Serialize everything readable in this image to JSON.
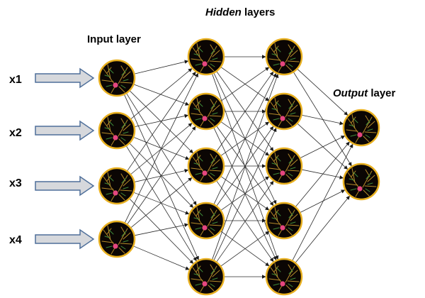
{
  "labels": {
    "input_layer": "Input layer",
    "hidden_em": "Hidden",
    "hidden_rest": " layers",
    "output_em": "Output",
    "output_rest": " layer"
  },
  "inputs": [
    "x1",
    "x2",
    "x3",
    "x4"
  ],
  "layers": [
    {
      "id": "input",
      "count": 4
    },
    {
      "id": "hidden-1",
      "count": 5
    },
    {
      "id": "hidden-2",
      "count": 5
    },
    {
      "id": "output",
      "count": 2
    }
  ],
  "colors": {
    "neuron_fill": "#0b0604",
    "neuron_ring": "#e8b020",
    "dendrite": "#b58a2a",
    "dendrite_alt": "#3f8a3a",
    "soma": "#e5477f",
    "edge": "#2a2a2a",
    "arrow_fill": "#d6d8dc",
    "arrow_stroke": "#4f6f9a"
  }
}
